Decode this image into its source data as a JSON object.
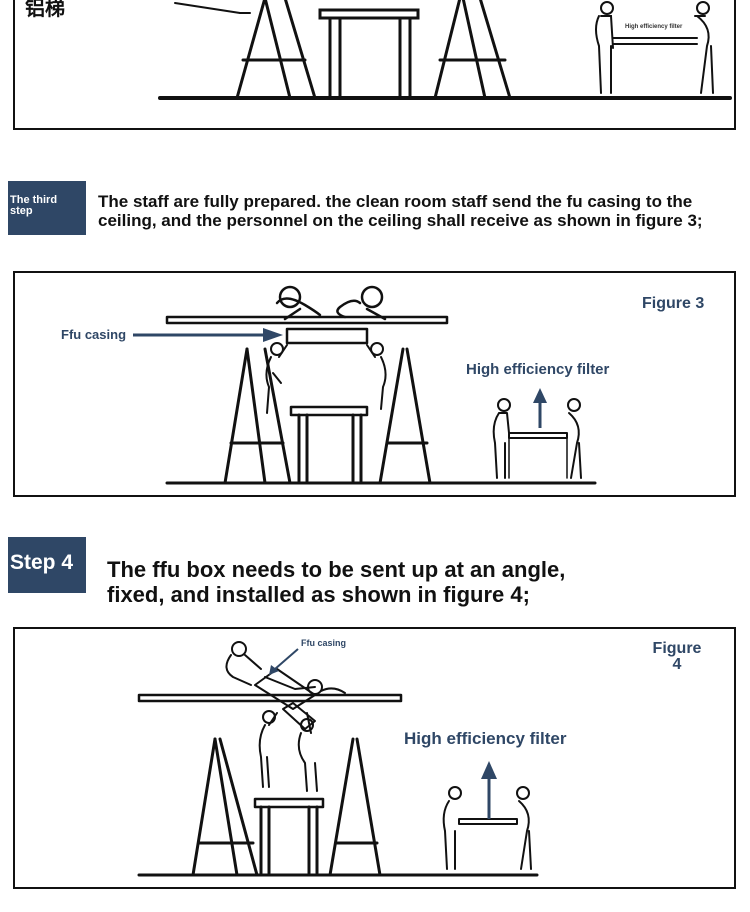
{
  "panel1": {
    "cropped_caption": "铝梯",
    "filter_label": "High efficiency filter"
  },
  "step3": {
    "badge": "The third step",
    "text": "The staff are fully prepared. the clean room staff send the fu casing to the ceiling, and the personnel on the ceiling shall receive as shown in figure 3;"
  },
  "figure3": {
    "title": "Figure 3",
    "ffu_label": "Ffu casing",
    "filter_label": "High efficiency filter"
  },
  "step4": {
    "badge": "Step 4",
    "text_line1": "The ffu box needs to be sent up at an angle,",
    "text_line2": "fixed, and installed as shown in figure 4;"
  },
  "figure4": {
    "title_line1": "Figure",
    "title_line2": "4",
    "ffu_label": "Ffu casing",
    "filter_label": "High efficiency filter"
  },
  "colors": {
    "accent": "#2f4766",
    "line": "#111111"
  }
}
